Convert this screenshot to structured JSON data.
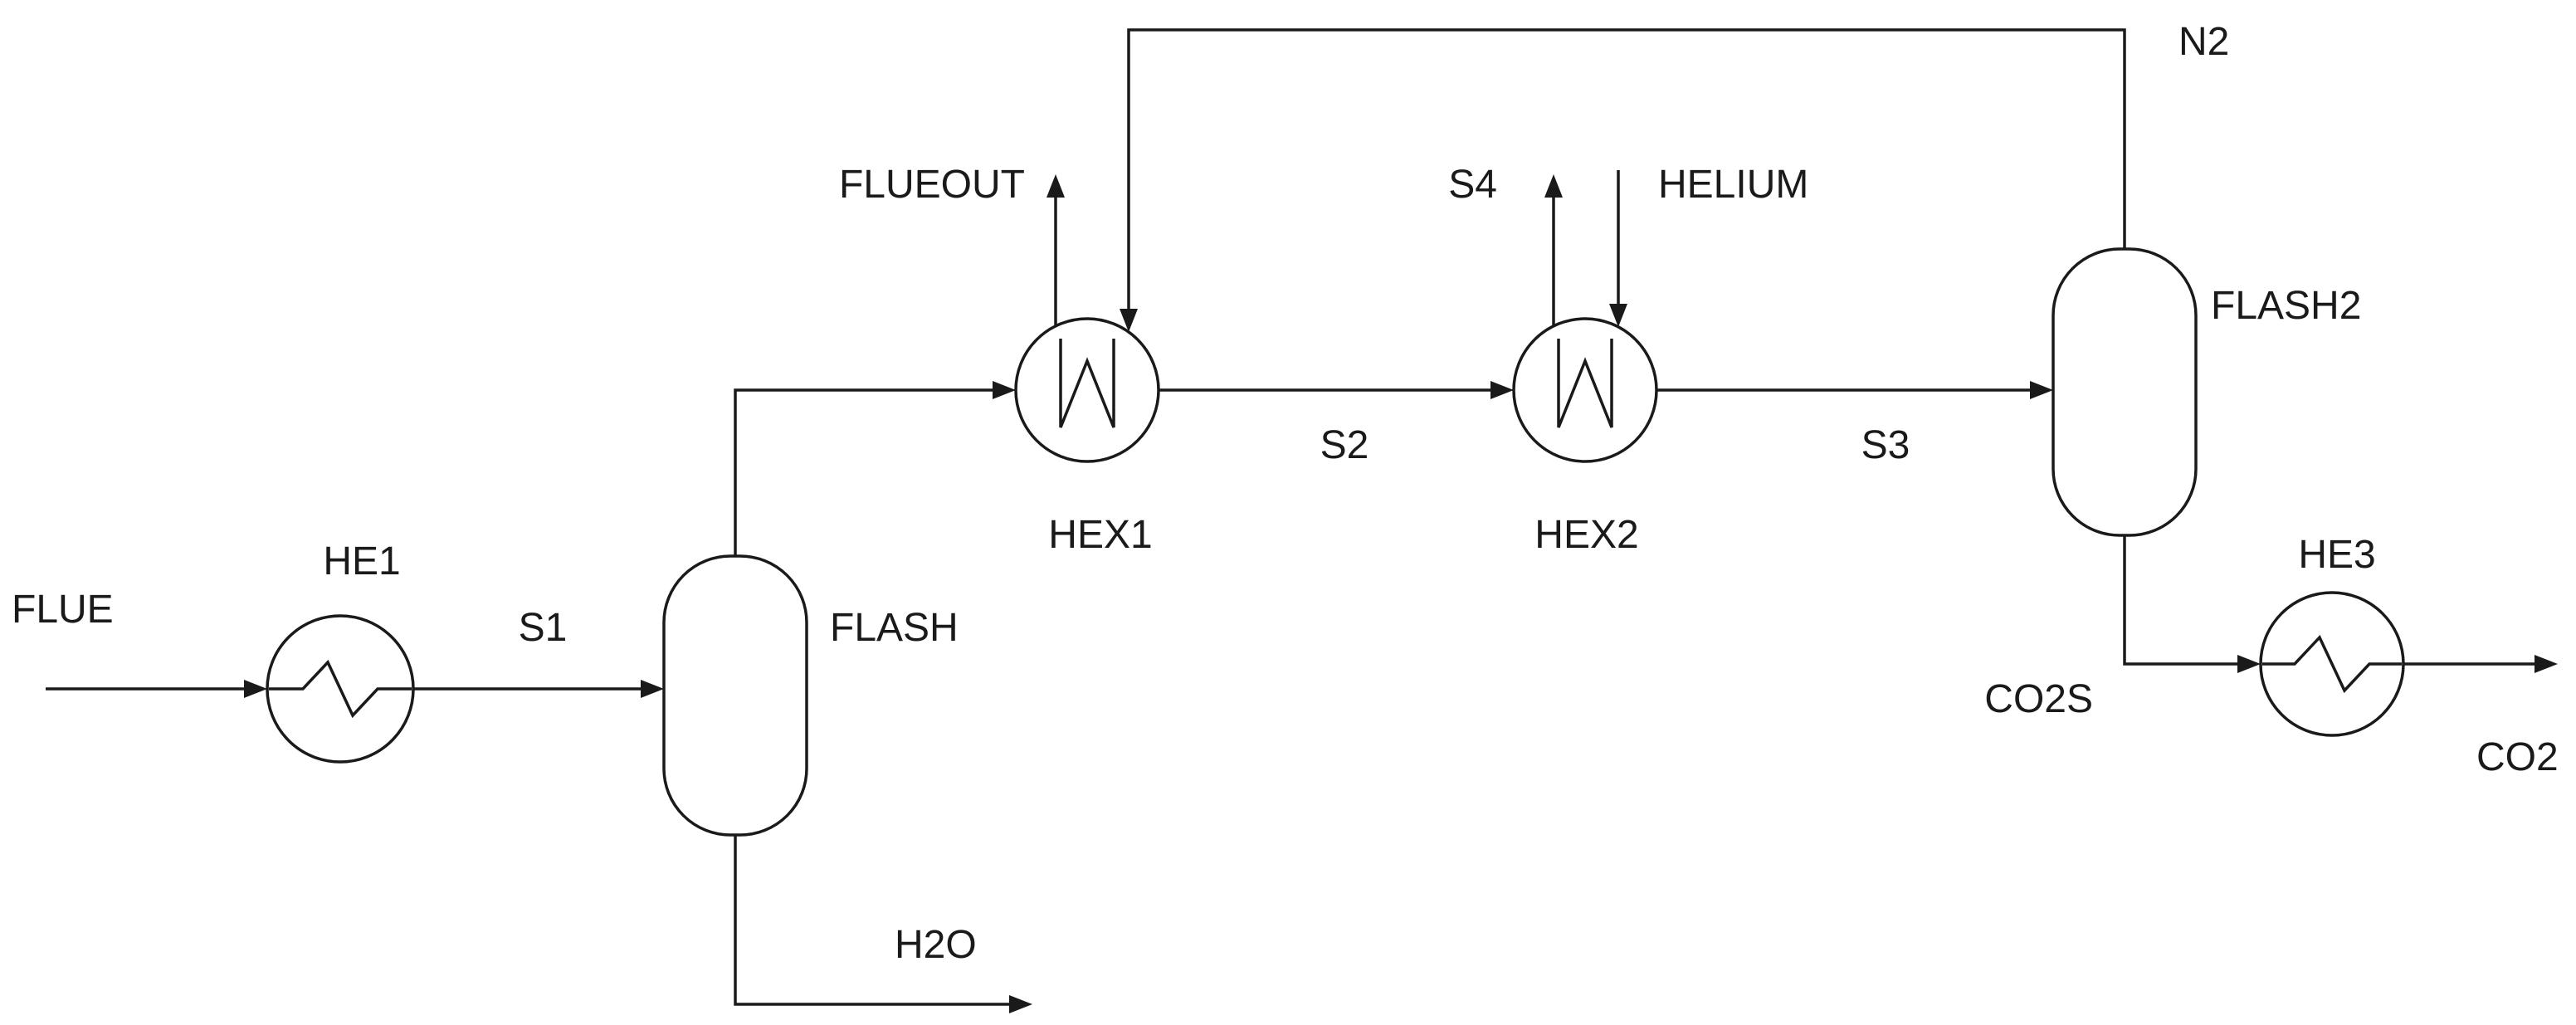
{
  "diagram": {
    "type": "process-flow-diagram",
    "colors": {
      "line": "#1a1a1a",
      "background": "#ffffff"
    },
    "equipment": [
      {
        "id": "he1",
        "kind": "heat-exchanger",
        "label": "HE1"
      },
      {
        "id": "flash",
        "kind": "flash-drum",
        "label": "FLASH"
      },
      {
        "id": "hex1",
        "kind": "heat-exchanger",
        "label": "HEX1"
      },
      {
        "id": "hex2",
        "kind": "heat-exchanger",
        "label": "HEX2"
      },
      {
        "id": "flash2",
        "kind": "flash-drum",
        "label": "FLASH2"
      },
      {
        "id": "he3",
        "kind": "heat-exchanger",
        "label": "HE3"
      }
    ],
    "streams": [
      {
        "id": "flue",
        "label": "FLUE",
        "to": "HE1"
      },
      {
        "id": "s1",
        "label": "S1",
        "from": "HE1",
        "to": "FLASH"
      },
      {
        "id": "flueout",
        "label": "FLUEOUT",
        "from": "HEX1"
      },
      {
        "id": "n2",
        "label": "N2",
        "from": "FLASH2",
        "to": "HEX1"
      },
      {
        "id": "s2",
        "label": "S2",
        "from": "HEX1",
        "to": "HEX2"
      },
      {
        "id": "s4",
        "label": "S4",
        "from": "HEX2"
      },
      {
        "id": "helium",
        "label": "HELIUM",
        "to": "HEX2"
      },
      {
        "id": "s3",
        "label": "S3",
        "from": "HEX2",
        "to": "FLASH2"
      },
      {
        "id": "co2s",
        "label": "CO2S",
        "from": "FLASH2",
        "to": "HE3"
      },
      {
        "id": "co2",
        "label": "CO2",
        "from": "HE3"
      },
      {
        "id": "h2o",
        "label": "H2O",
        "from": "FLASH"
      }
    ]
  },
  "labels": {
    "flue": "FLUE",
    "he1": "HE1",
    "s1": "S1",
    "flash": "FLASH",
    "flueout": "FLUEOUT",
    "hex1": "HEX1",
    "s2": "S2",
    "s4": "S4",
    "helium": "HELIUM",
    "hex2": "HEX2",
    "s3": "S3",
    "n2": "N2",
    "flash2": "FLASH2",
    "co2s": "CO2S",
    "he3": "HE3",
    "co2": "CO2",
    "h2o": "H2O"
  }
}
